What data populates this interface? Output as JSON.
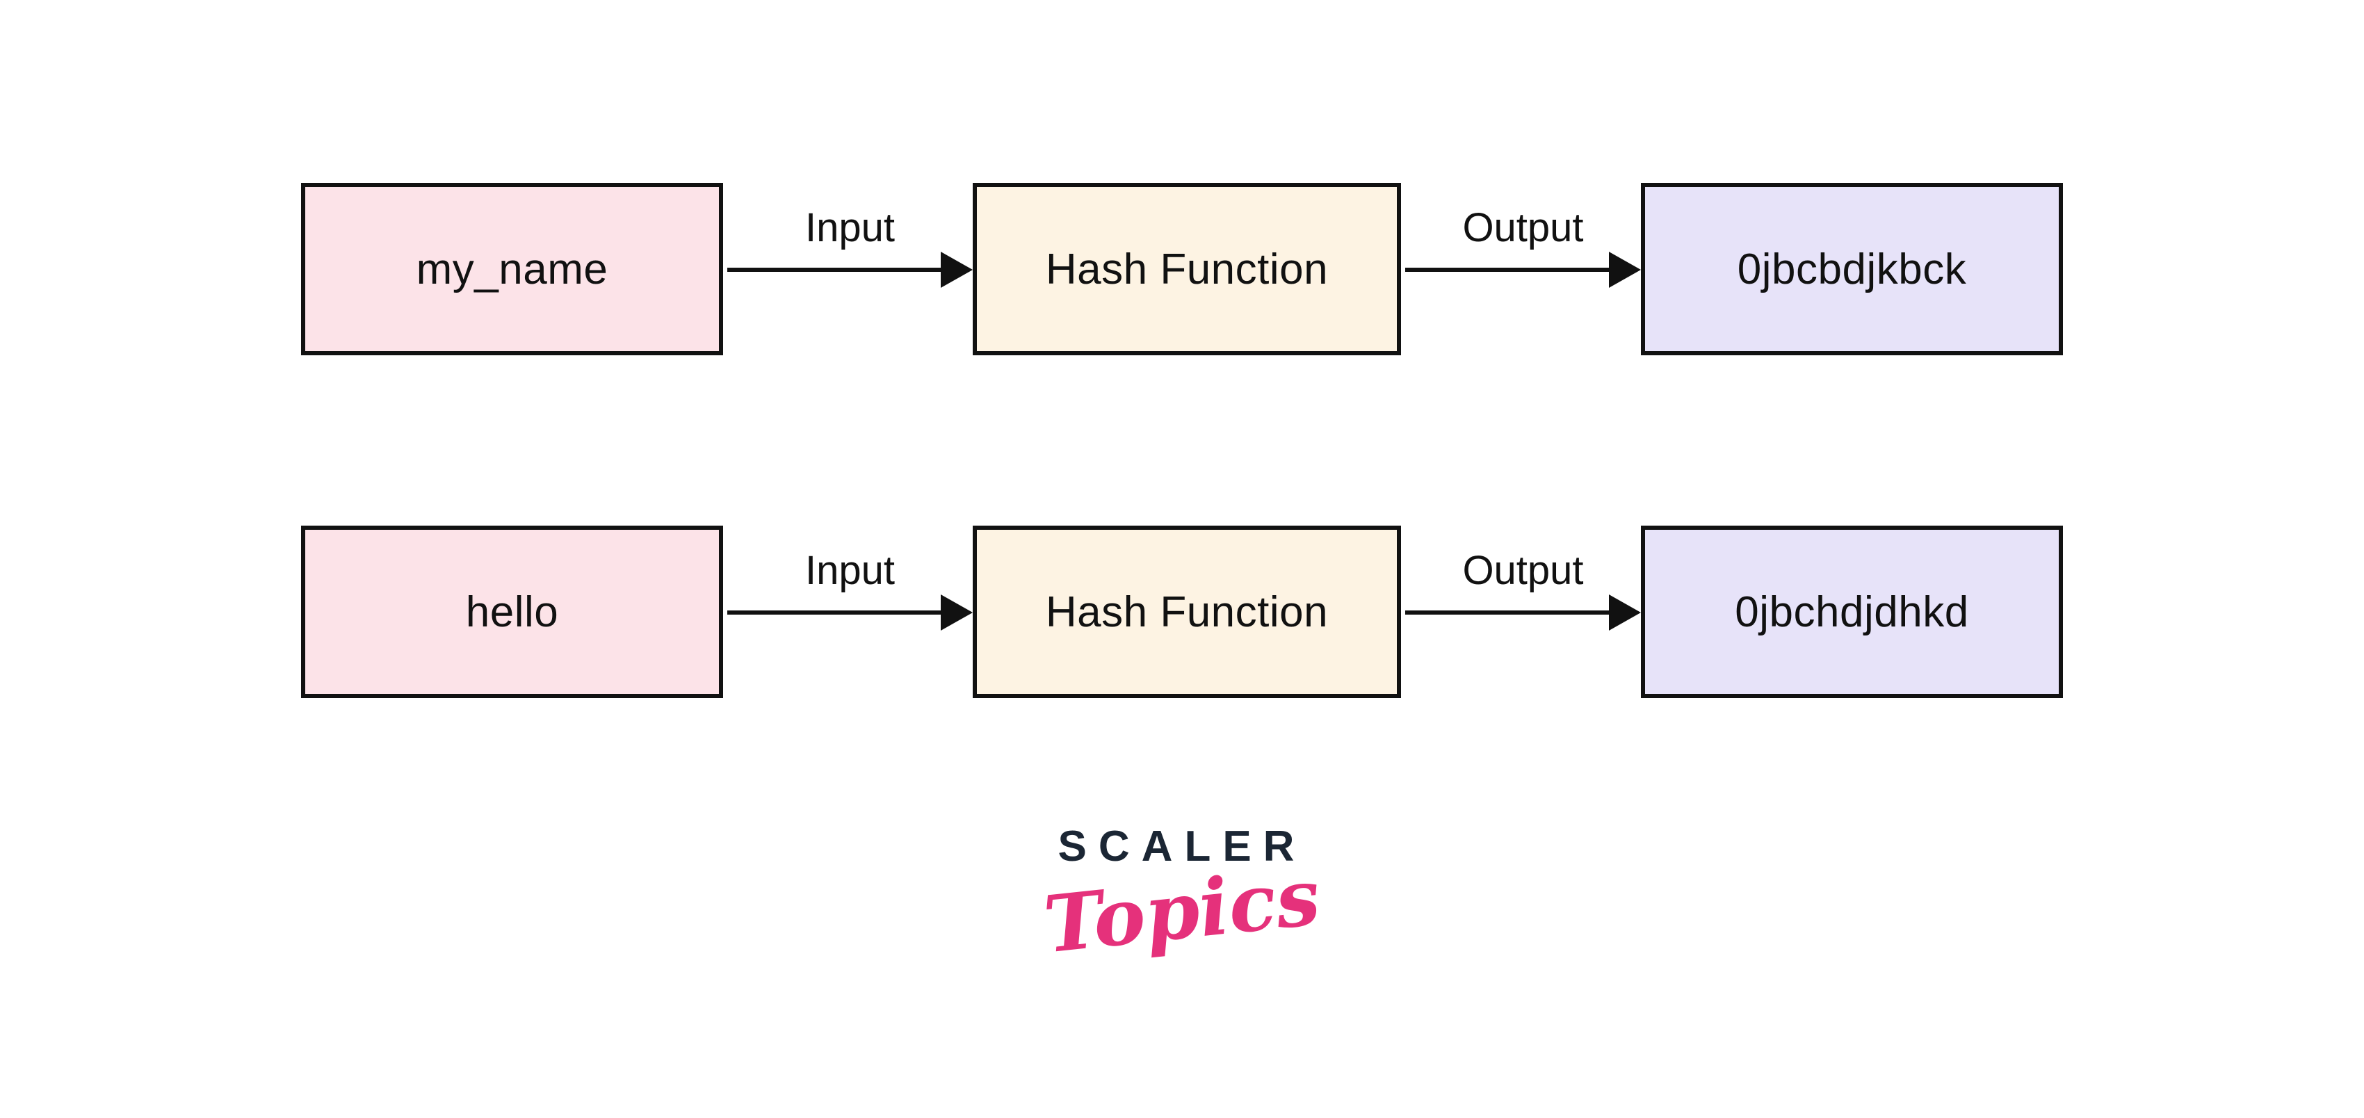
{
  "page": {
    "background": "#ffffff",
    "description_topic": "Hash function input/output diagram"
  },
  "colors": {
    "border": "#111111",
    "arrow": "#111111",
    "text": "#111111",
    "input-fill": "#fce3e8",
    "hash-fill": "#fdf3e3",
    "output-fill": "#e7e3f9",
    "logo-navy": "#1b2634",
    "logo-pink": "#e5317b"
  },
  "rows": [
    {
      "input_value": "my_name",
      "input_arrow_label": "Input",
      "process_label": "Hash Function",
      "output_arrow_label": "Output",
      "output_value": "0jbcbdjkbck"
    },
    {
      "input_value": "hello",
      "input_arrow_label": "Input",
      "process_label": "Hash Function",
      "output_arrow_label": "Output",
      "output_value": "0jbchdjdhkd"
    }
  ],
  "logo": {
    "brand": "SCALER",
    "sub_brand": "Topics"
  }
}
